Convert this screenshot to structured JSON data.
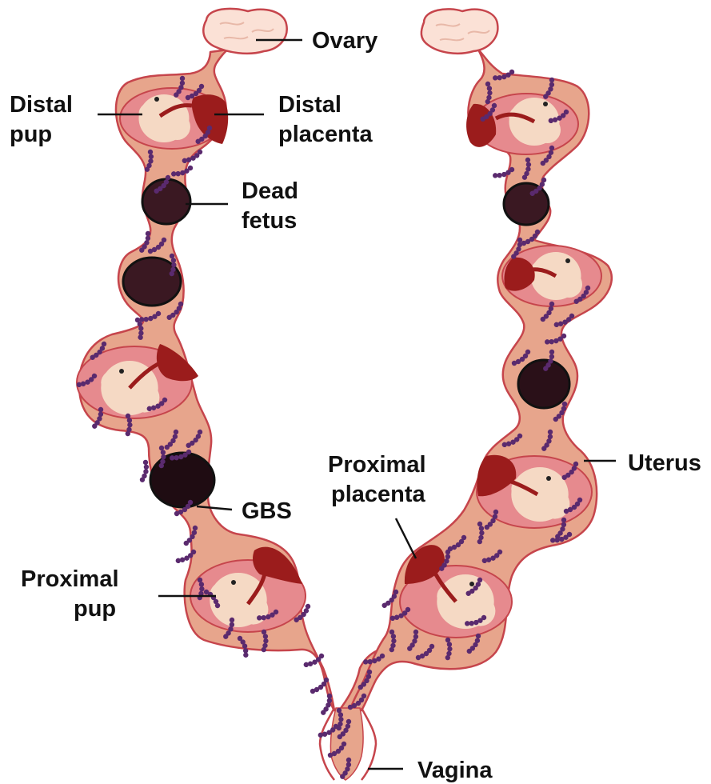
{
  "labels": {
    "ovary": "Ovary",
    "distal_pup": [
      "Distal",
      "pup"
    ],
    "distal_placenta": [
      "Distal",
      "placenta"
    ],
    "dead_fetus": [
      "Dead",
      "fetus"
    ],
    "gbs": "GBS",
    "proximal_pup": [
      "Proximal",
      "pup"
    ],
    "proximal_placenta": [
      "Proximal",
      "placenta"
    ],
    "uterus": "Uterus",
    "vagina": "Vagina"
  },
  "colors": {
    "uterus_fill": "#e7a58c",
    "uterus_outline": "#c6454c",
    "amniotic_sac": "#e68a8e",
    "pup_body": "#f5d9c4",
    "placenta": "#9b1c1c",
    "dead_fetus": "#3a1822",
    "ovary": "#fbe1d6",
    "gbs_bacteria": "#5a2a6e",
    "text": "#111111"
  },
  "icons": {
    "ovary": "ovary-icon",
    "pup": "pup-icon",
    "placenta": "placenta-icon",
    "dead_fetus": "dead-fetus-icon",
    "gbs": "gbs-chain-icon"
  }
}
